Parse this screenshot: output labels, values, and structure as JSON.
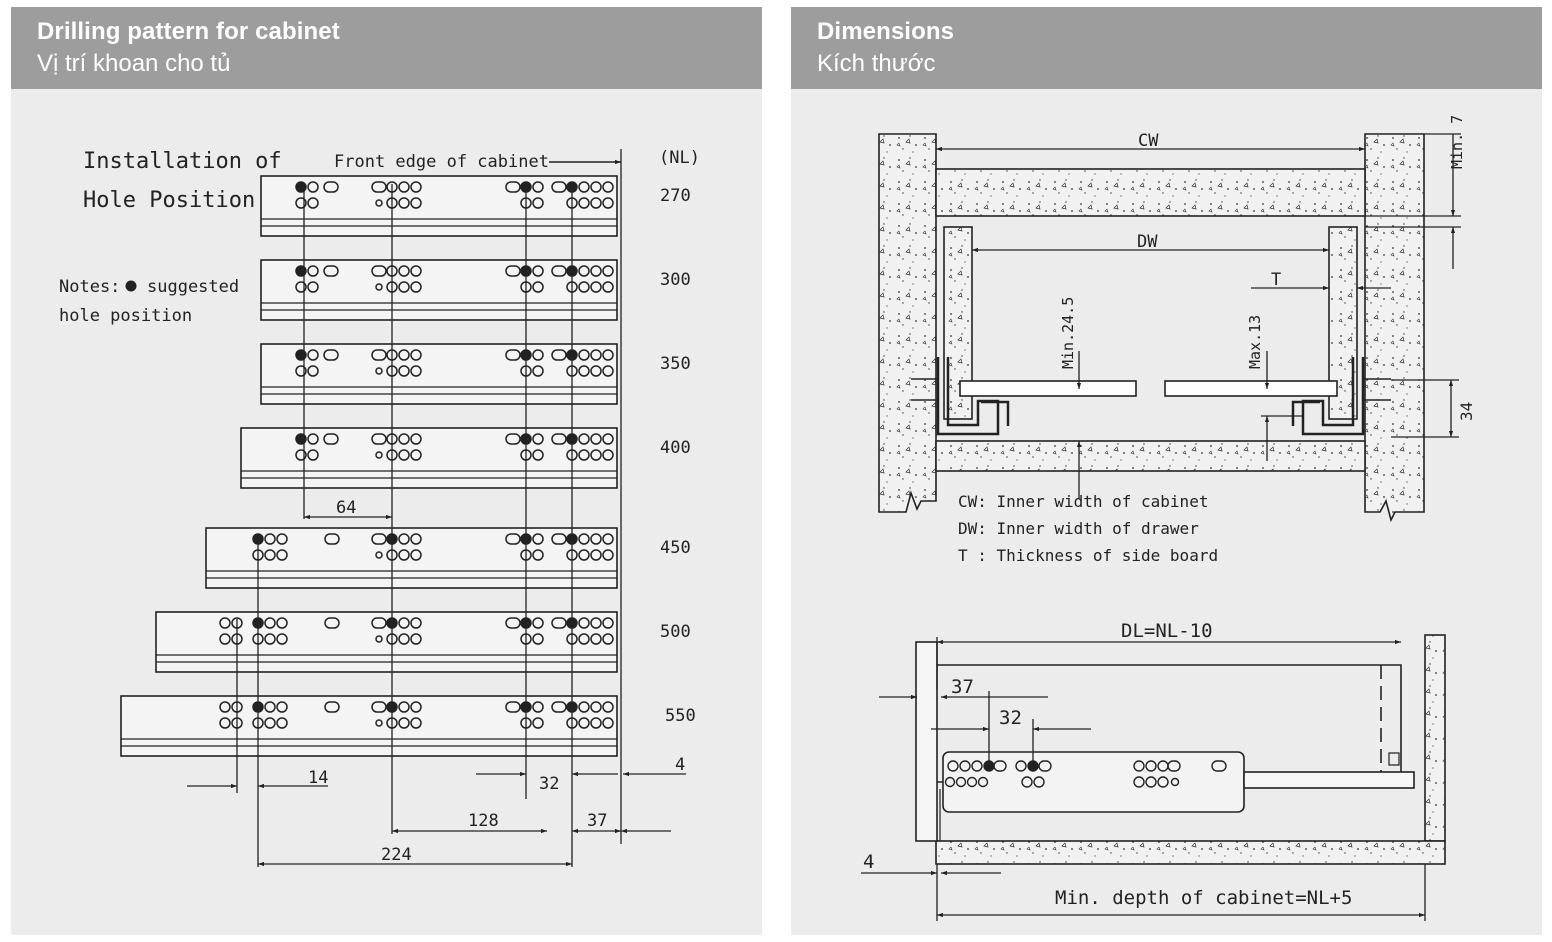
{
  "left_panel": {
    "title": "Drilling pattern for cabinet",
    "subtitle": "Vị trí khoan cho tủ",
    "diagram": {
      "heading_line1": "Installation of",
      "heading_line2": "Hole Position",
      "front_edge_label": "Front edge of cabinet",
      "nl_header": "(NL)",
      "notes_label": "Notes:",
      "notes_text": "suggested",
      "notes_text2": "hole position",
      "rows": [
        {
          "nl": "270"
        },
        {
          "nl": "300"
        },
        {
          "nl": "350"
        },
        {
          "nl": "400"
        },
        {
          "nl": "450"
        },
        {
          "nl": "500"
        },
        {
          "nl": "550"
        }
      ],
      "dims": {
        "d64": "64",
        "d14": "14",
        "d32": "32",
        "d4": "4",
        "d128": "128",
        "d37": "37",
        "d224": "224"
      }
    }
  },
  "right_panel": {
    "title": "Dimensions",
    "subtitle": "Kích thước",
    "top_diagram": {
      "cw": "CW",
      "dw": "DW",
      "t": "T",
      "min7": "Min. 7",
      "min245": "Min.24.5",
      "max13": "Max.13",
      "d34": "34",
      "legend": [
        "CW: Inner width of cabinet",
        "DW: Inner width of drawer",
        "T : Thickness of side board"
      ]
    },
    "bottom_diagram": {
      "dl": "DL=NL-10",
      "d37": "37",
      "d32": "32",
      "d4": "4",
      "min_depth": "Min. depth of cabinet=NL+5"
    }
  },
  "colors": {
    "header_bg": "#9d9d9d",
    "panel_bg": "#ececec",
    "line": "#222222"
  }
}
